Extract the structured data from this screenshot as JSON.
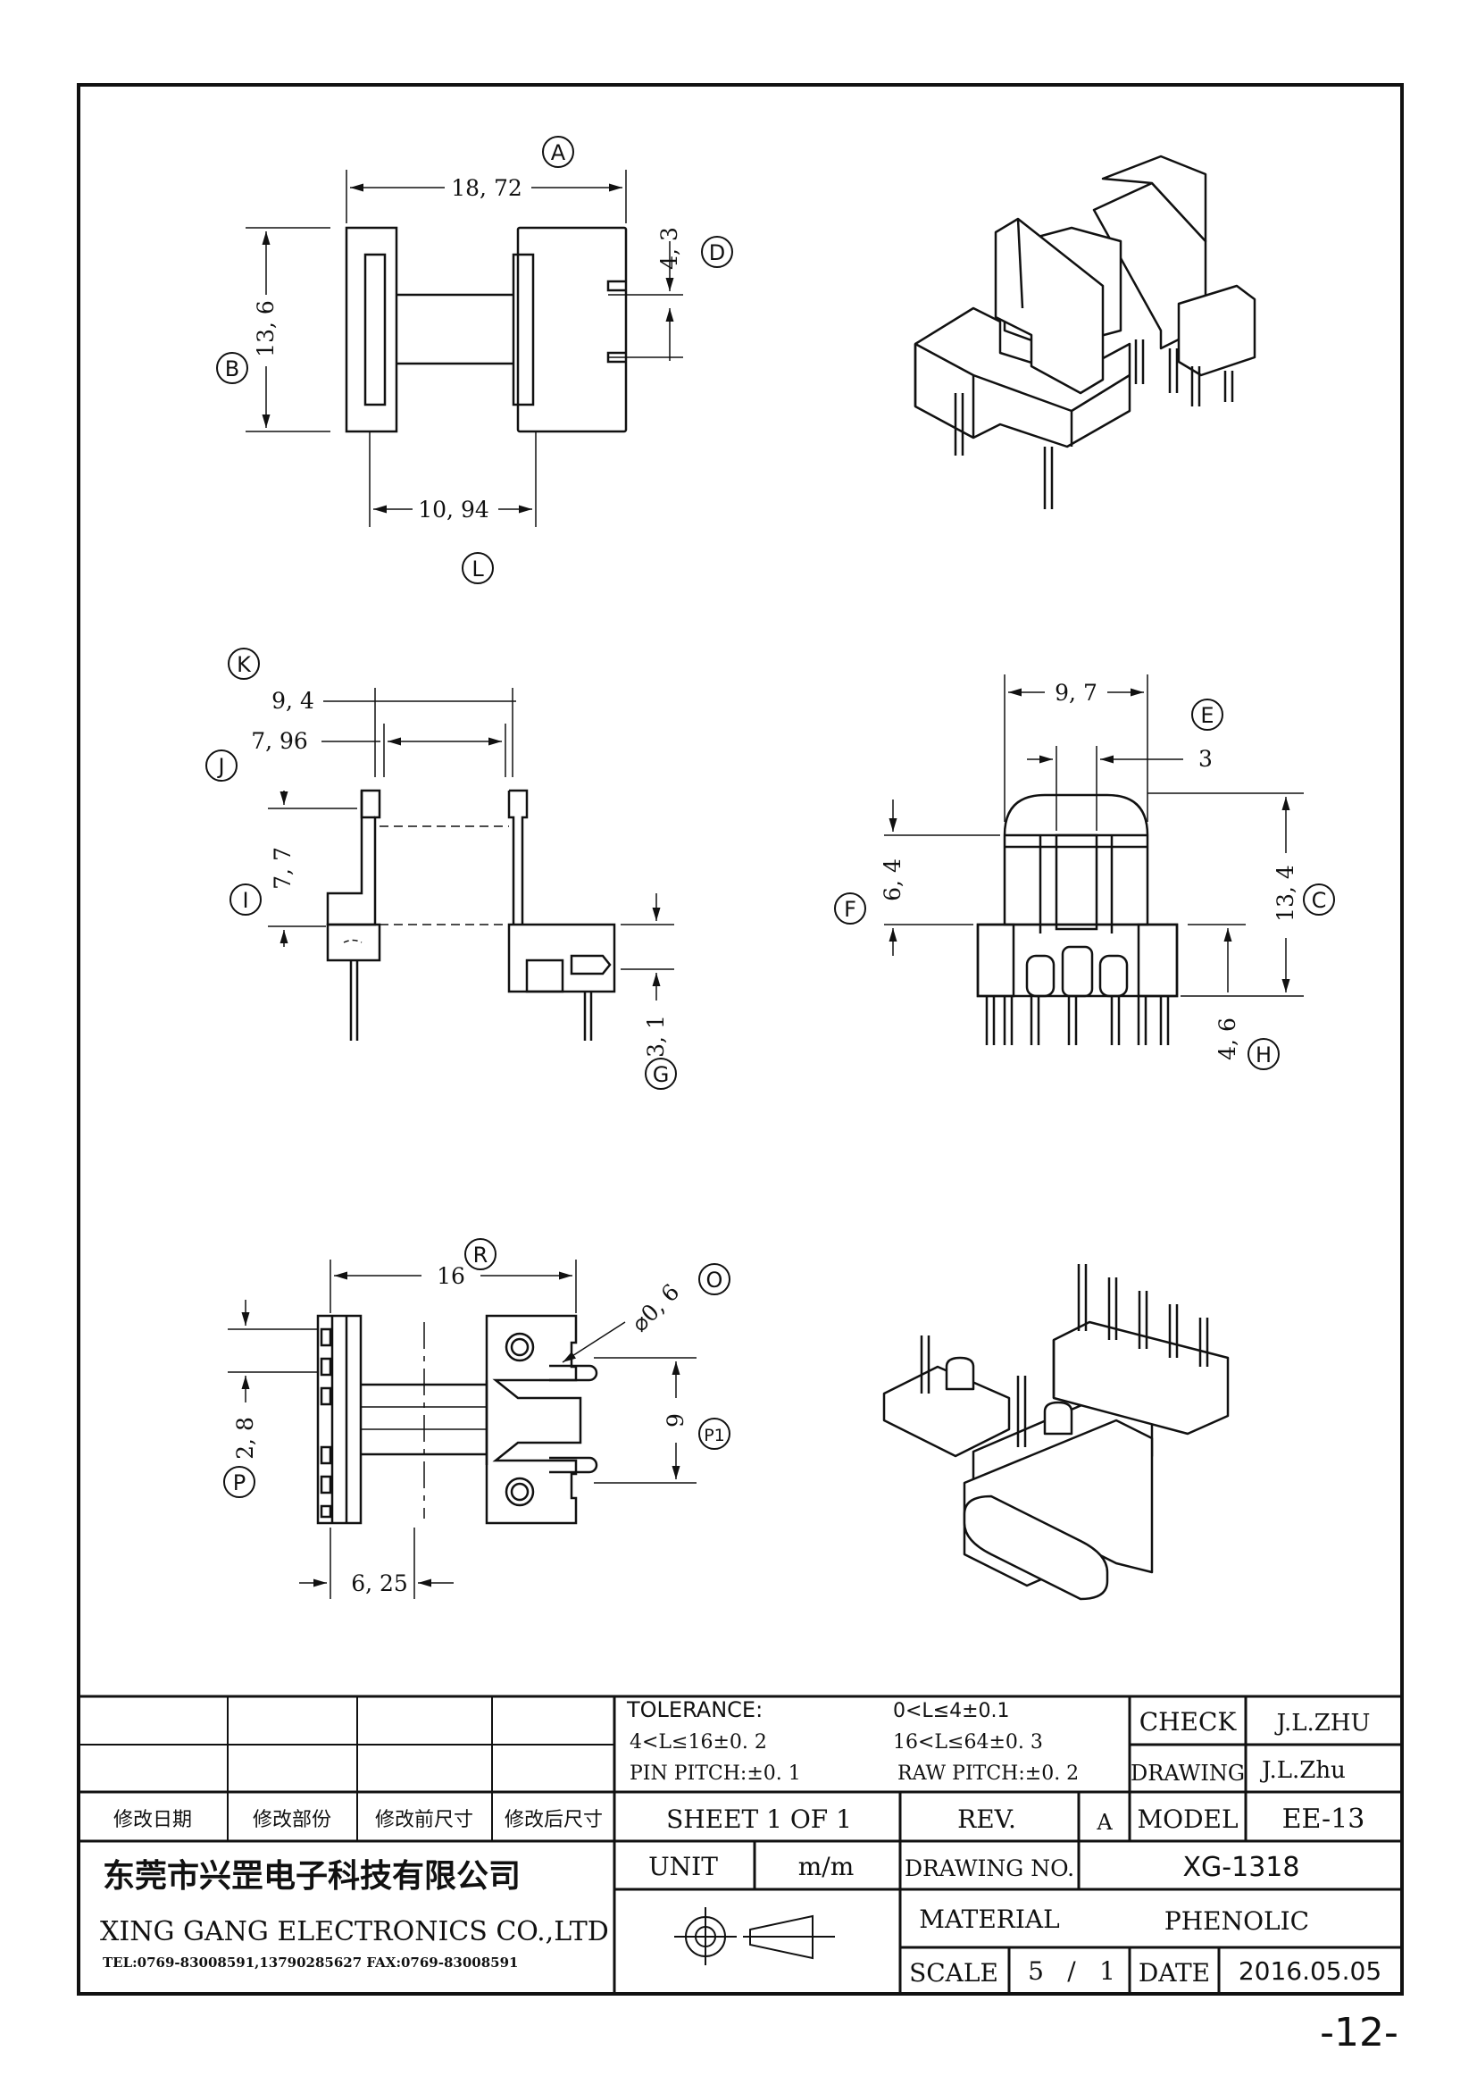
{
  "page_number": "-12-",
  "views": {
    "top": {
      "dim_a": "18, 72",
      "dim_b": "13, 6",
      "dim_d": "4, 3",
      "dim_l": "10, 94",
      "lbl_a": "A",
      "lbl_b": "B",
      "lbl_d": "D",
      "lbl_l": "L"
    },
    "side": {
      "dim_k": "9, 4",
      "dim_j": "7, 96",
      "dim_i": "7, 7",
      "dim_g": "3, 1",
      "lbl_k": "K",
      "lbl_j": "J",
      "lbl_i": "I",
      "lbl_g": "G"
    },
    "front": {
      "dim_e": "9, 7",
      "dim_e2": "3",
      "dim_f": "6, 4",
      "dim_c": "13, 4",
      "dim_h": "4, 6",
      "lbl_e": "E",
      "lbl_f": "F",
      "lbl_c": "C",
      "lbl_h": "H"
    },
    "bottom": {
      "dim_r": "16",
      "dim_o": "⌀0, 6",
      "dim_p1": "9",
      "dim_p": "2, 8",
      "dim_w": "6, 25",
      "lbl_r": "R",
      "lbl_o": "O",
      "lbl_p1": "P1",
      "lbl_p": "P"
    }
  },
  "title_block": {
    "rev_headers": [
      "修改日期",
      "修改部份",
      "修改前尺寸",
      "修改后尺寸"
    ],
    "tolerance_label": "TOLERANCE:",
    "tol_1": "0<L≤4±0.1",
    "tol_2": "4<L≤16±0. 2",
    "tol_3": "16<L≤64±0. 3",
    "tol_4": "PIN PITCH:±0. 1",
    "tol_5": "RAW PITCH:±0. 2",
    "check_label": "CHECK",
    "check_value": "J.L.ZHU",
    "drawing_label": "DRAWING",
    "drawing_value": "J.L.Zhu",
    "sheet": "SHEET 1 OF 1",
    "rev_label": "REV.",
    "rev_value": "A",
    "model_label": "MODEL",
    "model_value": "EE-13",
    "company_cn": "东莞市兴罡电子科技有限公司",
    "company_en": "XING GANG  ELECTRONICS CO.,LTD",
    "contact": "TEL:0769-83008591,13790285627 FAX:0769-83008591",
    "unit_label": "UNIT",
    "unit_value": "m/m",
    "drawing_no_label": "DRAWING  NO.",
    "drawing_no_value": "XG-1318",
    "material_label": "MATERIAL",
    "material_value": "PHENOLIC",
    "scale_label": "SCALE",
    "scale_num": "5",
    "scale_sep": "/",
    "scale_den": "1",
    "date_label": "DATE",
    "date_value": "2016.05.05"
  }
}
